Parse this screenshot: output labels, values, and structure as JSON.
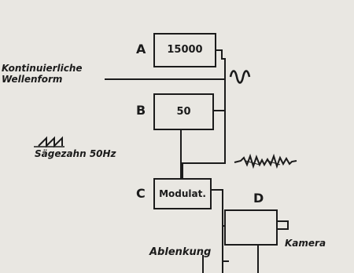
{
  "blocks": {
    "A": {
      "letter": "A",
      "value": "15000"
    },
    "B": {
      "letter": "B",
      "value": "50"
    },
    "C": {
      "letter": "C",
      "value": "Modulat."
    },
    "D": {
      "letter": "D"
    }
  },
  "labels": {
    "continuous_line1": "Kontinuierliche",
    "continuous_line2": "Wellenform",
    "sawtooth": "Sägezahn 50Hz",
    "deflection": "Ablenkung",
    "camera": "Kamera"
  },
  "colors": {
    "ink": "#1b1b1b",
    "paper": "#e9e7e2"
  }
}
